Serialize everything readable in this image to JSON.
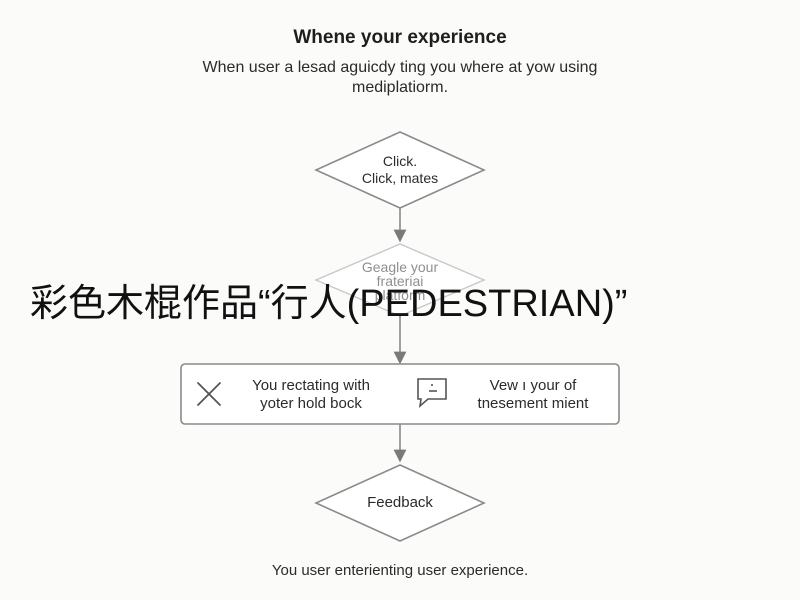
{
  "header": {
    "title": "Whene your experience",
    "subtitle_line1": "When user a lesad aguicdy ting you where at yow using",
    "subtitle_line2": "mediplatiorm."
  },
  "nodes": {
    "click": {
      "line1": "Click.",
      "line2": "Click, mates"
    },
    "platform": {
      "line1": "Geagle your",
      "line2": "frateriai",
      "line3": "platform"
    },
    "panel": {
      "left_line1": "You rectating with",
      "left_line2": "yoter hold bock",
      "right_line1": "Vew ı your of",
      "right_line2": "tnesement mient"
    },
    "feedback": {
      "label": "Feedback"
    }
  },
  "overlay_caption": "彩色木棍作品“行人(PEDESTRIAN)”",
  "footer": {
    "text": "You user enterienting user experience."
  },
  "colors": {
    "stroke": "#8a8a8a",
    "background": "#fbfbfa",
    "text": "#2b2b2b"
  },
  "icons": {
    "left": "x-icon",
    "right": "message-icon"
  }
}
